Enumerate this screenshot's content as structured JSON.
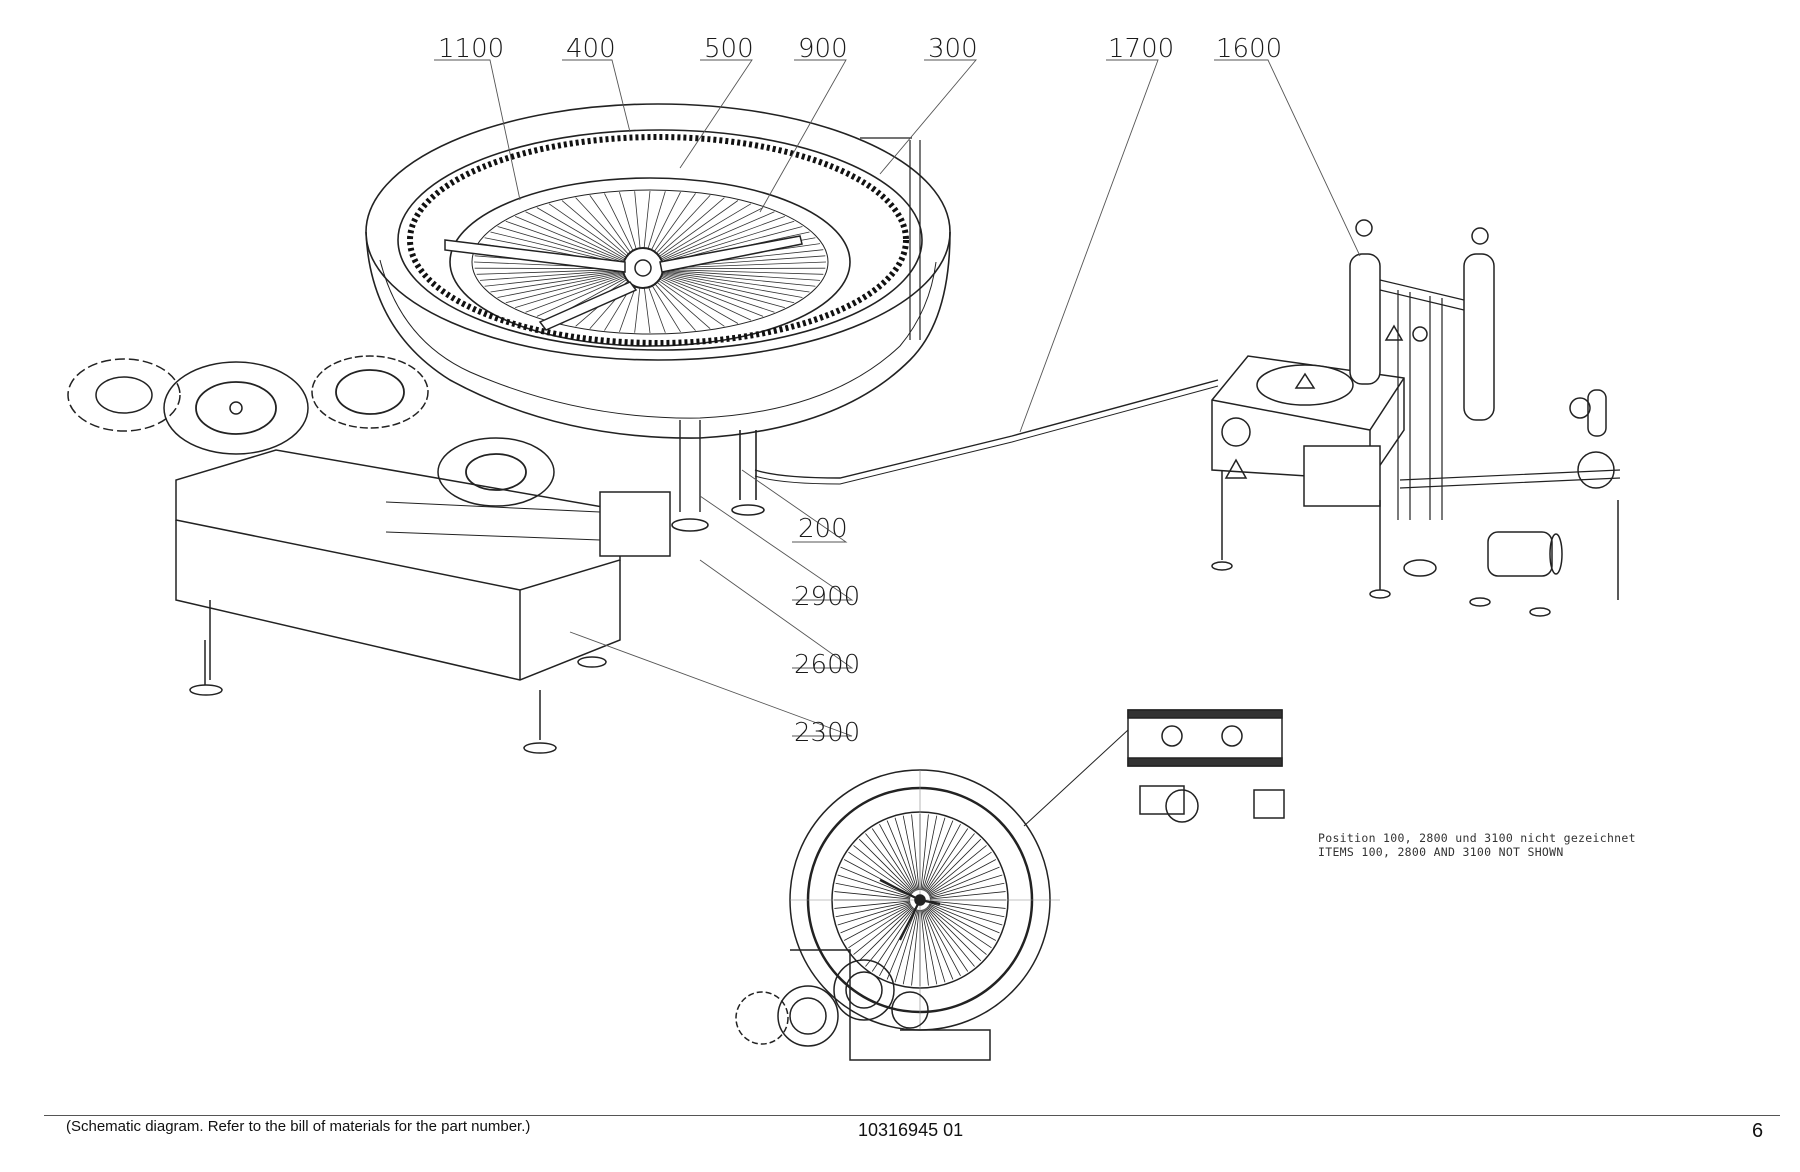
{
  "callouts": {
    "c1100": "1100",
    "c400": "400",
    "c500": "500",
    "c900": "900",
    "c300": "300",
    "c1700": "1700",
    "c1600": "1600",
    "c200": "200",
    "c2900": "2900",
    "c2600": "2600",
    "c2300": "2300"
  },
  "note": {
    "line_de": "Position 100, 2800 und 3100 nicht gezeichnet",
    "line_en": "ITEMS 100, 2800 AND 3100 NOT SHOWN"
  },
  "footer": {
    "caption": "(Schematic diagram. Refer to the bill of materials for the part number.)",
    "document_number": "10316945 01",
    "page_number": "6"
  }
}
